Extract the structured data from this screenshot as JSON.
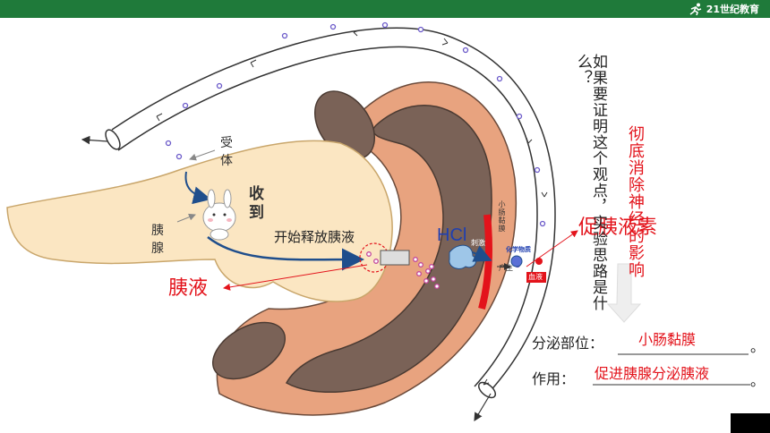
{
  "brand": {
    "logo_text": "21世纪教育"
  },
  "labels": {
    "receive": "受体",
    "got_it": "收到",
    "pancreas": "胰腺",
    "start_release": "开始释放胰液",
    "pancreatic_juice": "胰液",
    "hcl": "HCl",
    "stimulate": "刺激",
    "intestine_mucosa_small": "小肠黏膜",
    "produce": "产生",
    "chemical": "化学物质",
    "blood": "血液",
    "secretin": "促胰液素"
  },
  "question": "如果要证明这个观点，实验思路是什么？",
  "annotation": "彻底消除神经的影响",
  "fill_in": {
    "site_label": "分泌部位：",
    "site_answer": "小肠黏膜",
    "site_end": "。",
    "function_label": "作用：",
    "function_answer": "促进胰腺分泌胰液",
    "function_end": "。"
  },
  "colors": {
    "red": "#e3131b",
    "green_bar": "#1f7a3a",
    "blue_arrow": "#1f4e8c",
    "pancreas": "#fbe6c2",
    "duodenum": "#e8a37f",
    "lumen": "#7a6257"
  }
}
